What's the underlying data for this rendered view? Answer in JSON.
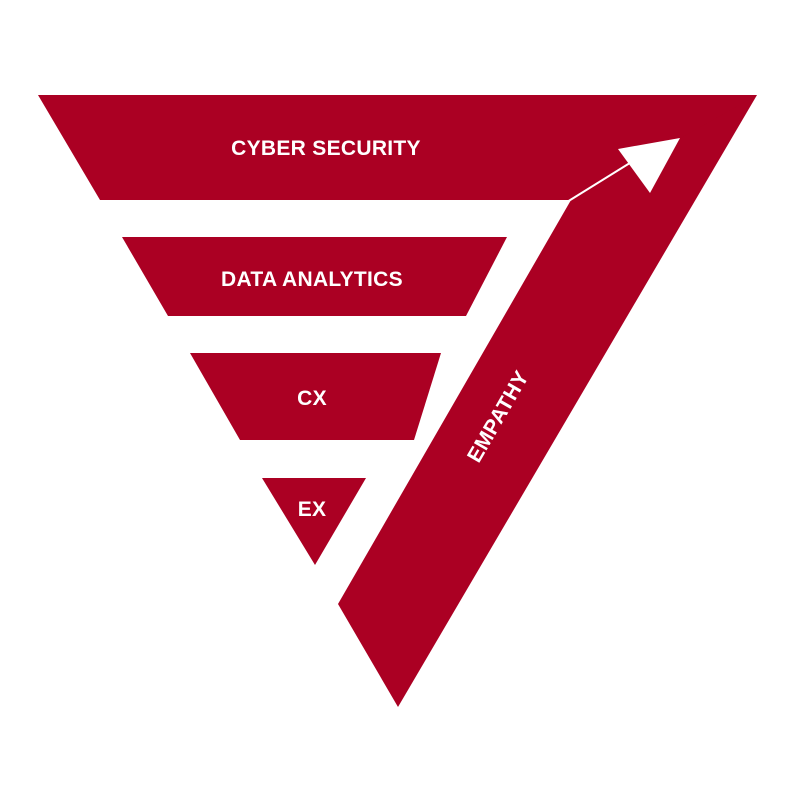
{
  "colors": {
    "primary": "#ab0023",
    "text": "#ffffff",
    "arrow": "#ffffff",
    "background": "#ffffff"
  },
  "layers": [
    {
      "label": "CYBER SECURITY"
    },
    {
      "label": "DATA ANALYTICS"
    },
    {
      "label": "CX"
    },
    {
      "label": "EX"
    }
  ],
  "side_band": {
    "label": "EMPATHY"
  },
  "arrow_icon": "arrow-up-right-icon"
}
